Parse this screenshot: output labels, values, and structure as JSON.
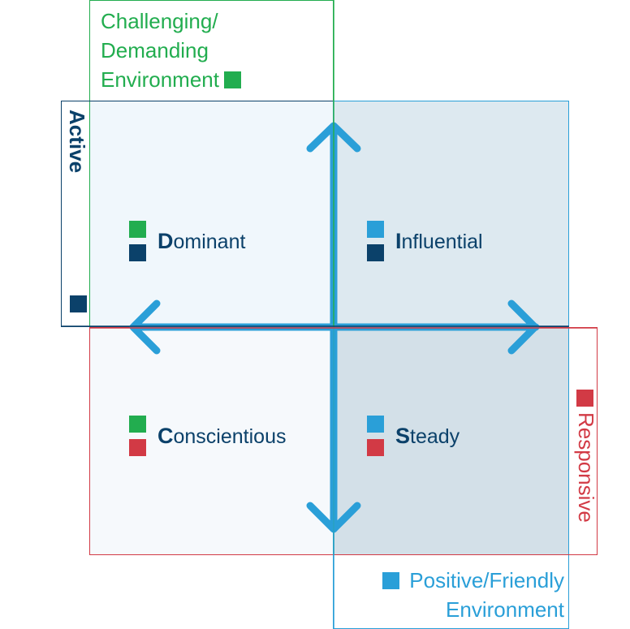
{
  "title": "DISC personality quadrant diagram",
  "colors": {
    "green": "#22ad4f",
    "navy": "#0b416a",
    "light_blue": "#2a9fd8",
    "red": "#d23a45"
  },
  "axes": {
    "top": {
      "label_line1": "Challenging/",
      "label_line2": "Demanding",
      "label_line3": "Environment",
      "color_key": "green"
    },
    "bottom": {
      "label_line1": "Positive/Friendly",
      "label_line2": "Environment",
      "color_key": "light_blue"
    },
    "left": {
      "label": "Active",
      "color_key": "navy"
    },
    "right": {
      "label": "Responsive",
      "color_key": "red"
    }
  },
  "quadrants": [
    {
      "position": "top-left",
      "initial": "D",
      "rest": "ominant",
      "full": "Dominant",
      "markers": [
        "green",
        "navy"
      ]
    },
    {
      "position": "top-right",
      "initial": "I",
      "rest": "nfluential",
      "full": "Influential",
      "markers": [
        "light_blue",
        "navy"
      ]
    },
    {
      "position": "bottom-left",
      "initial": "C",
      "rest": "onscientious",
      "full": "Conscientious",
      "markers": [
        "green",
        "red"
      ]
    },
    {
      "position": "bottom-right",
      "initial": "S",
      "rest": "teady",
      "full": "Steady",
      "markers": [
        "light_blue",
        "red"
      ]
    }
  ],
  "arrow_icons": [
    "arrow-up-icon",
    "arrow-down-icon",
    "arrow-left-icon",
    "arrow-right-icon"
  ]
}
